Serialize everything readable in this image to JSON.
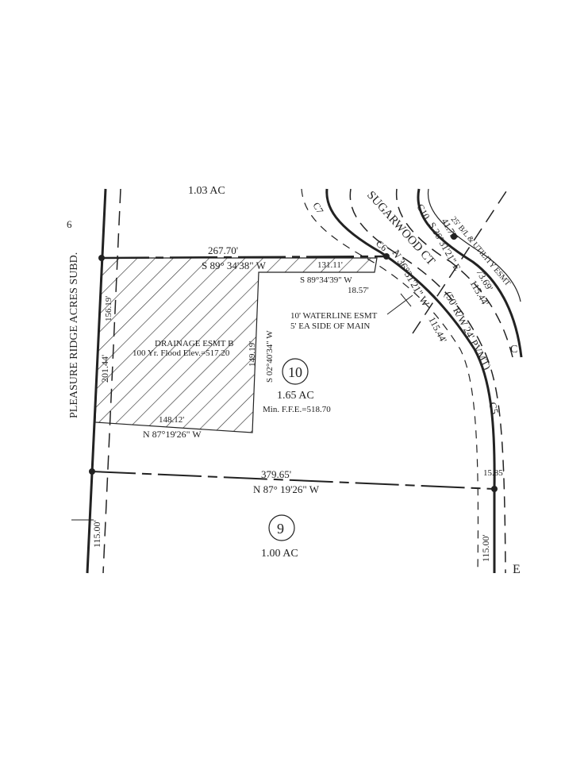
{
  "labels": {
    "lot_above_area": "1.03 AC",
    "lot_number_left": "6",
    "subdivision": "PLEASURE RIDGE ACRES SUBD.",
    "street": "SUGARWOOD CT",
    "row": "(50' R/W 24' PVMT)",
    "north_dist": "267.70'",
    "north_bearing": "S 89° 34'38\" W",
    "north_dist2": "131.11'",
    "north_bearing2": "S 89°34'39\" W",
    "seg_1857": "18.57'",
    "curve_c6": "C6",
    "curve_c7": "C7",
    "curve_c10": "C10",
    "curve_c5": "C5",
    "c_label": "C",
    "e_label": "E",
    "street_bearing_w": "N 36°31'21\" W",
    "street_bearing_e": "S 36°31'21\" E",
    "dist_4175": "41.75'",
    "dist_7369": "73.69'",
    "dist_11544a": "115.44'",
    "dist_11544b": "115.44'",
    "utility": "25' B/L & UTILITY ESMT",
    "waterline1": "10' WATERLINE ESMT",
    "waterline2": "5' EA SIDE OF MAIN",
    "drainage1": "DRAINAGE ESMT B",
    "drainage2": "100 Yr. Flood Elev.=517.20",
    "dist_15619": "156.19'",
    "dist_20144": "201.44'",
    "dist_14919": "149.19'",
    "bearing_east_ds": "S 02°40'34\" W",
    "dist_14812": "148.12'",
    "bearing_ds_south": "N 87°19'26\" W",
    "lot10_num": "10",
    "lot10_area": "1.65 AC",
    "lot10_ffe": "Min. F.F.E.=518.70",
    "dist_37965": "379.65'",
    "bearing_south": "N 87° 19'26\" W",
    "dist_1585": "15.85'",
    "lot9_num": "9",
    "lot9_area": "1.00 AC",
    "dist_11500_left": "115.00'",
    "dist_11500_right": "115.00'"
  }
}
